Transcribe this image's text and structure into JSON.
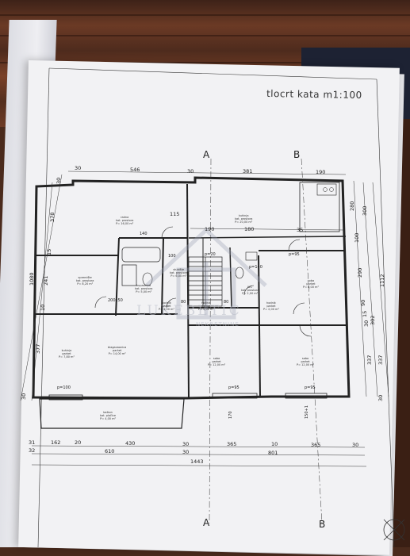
{
  "plan": {
    "title": "tlocrt kata m1:100",
    "watermark": {
      "brand": "LUKEBETIC",
      "sub": "NEKRETNINE"
    },
    "section_markers": [
      "A",
      "A",
      "B",
      "B"
    ],
    "top_dims": [
      "30",
      "546",
      "30",
      "381",
      "190"
    ],
    "top_inner_dims": [
      "115",
      "190",
      "180",
      "35"
    ],
    "bottom_dims_row1": [
      "31",
      "162",
      "20",
      "430",
      "30",
      "365",
      "10",
      "365",
      "30"
    ],
    "bottom_dims_row2": [
      "32",
      "610",
      "30",
      "801"
    ],
    "bottom_total": "1443",
    "left_dims": [
      "30",
      "378",
      "15",
      "241",
      "10",
      "377",
      "30"
    ],
    "left_total": "1080",
    "right_dims": [
      "280",
      "300",
      "100",
      "290",
      "90",
      "15",
      "30",
      "337",
      "30"
    ],
    "right_dims_outer": [
      "1112",
      "302",
      "337"
    ],
    "door_labels": [
      "140",
      "p=95",
      "p=20",
      "p=140",
      "100",
      "200x50",
      "80",
      "80",
      "p=100",
      "p=95",
      "p=95",
      "170",
      "150+1"
    ],
    "rooms": [
      {
        "name": "radna\nkat. prostora",
        "area": "P= 16,00 m²"
      },
      {
        "name": "kuhinja\nkat. prostora",
        "area": "P= 20,00 m²"
      },
      {
        "name": "kupaonica\nkat. prostora",
        "area": "P= 5,00 m²"
      },
      {
        "name": "spremište\nkat. prostora",
        "area": "P= 8,20 m²"
      },
      {
        "name": "stubište\nkat. prostora",
        "area": "P= 6,00 m²"
      },
      {
        "name": "WC\nkat. prostora",
        "area": "P= 2,00 m²"
      },
      {
        "name": "soba\nparket",
        "area": "P= 8,00 m²"
      },
      {
        "name": "hodnik\nparket",
        "area": "P= 4,00 m²"
      },
      {
        "name": "hodnik\nparket",
        "area": "P= 5,00 m²"
      },
      {
        "name": "hodnik\nparket",
        "area": "P= 2,00 m²"
      },
      {
        "name": "blagavaonica\nparket",
        "area": "P= 14,00 m²"
      },
      {
        "name": "kuhinja\nparket",
        "area": "P= 7,80 m²"
      },
      {
        "name": "soba\nparket",
        "area": "P= 12,00 m²"
      },
      {
        "name": "soba\nparket",
        "area": "P= 12,00 m²"
      },
      {
        "name": "balkon\nkat. pločice",
        "area": "P= 4,00 m²"
      }
    ]
  }
}
